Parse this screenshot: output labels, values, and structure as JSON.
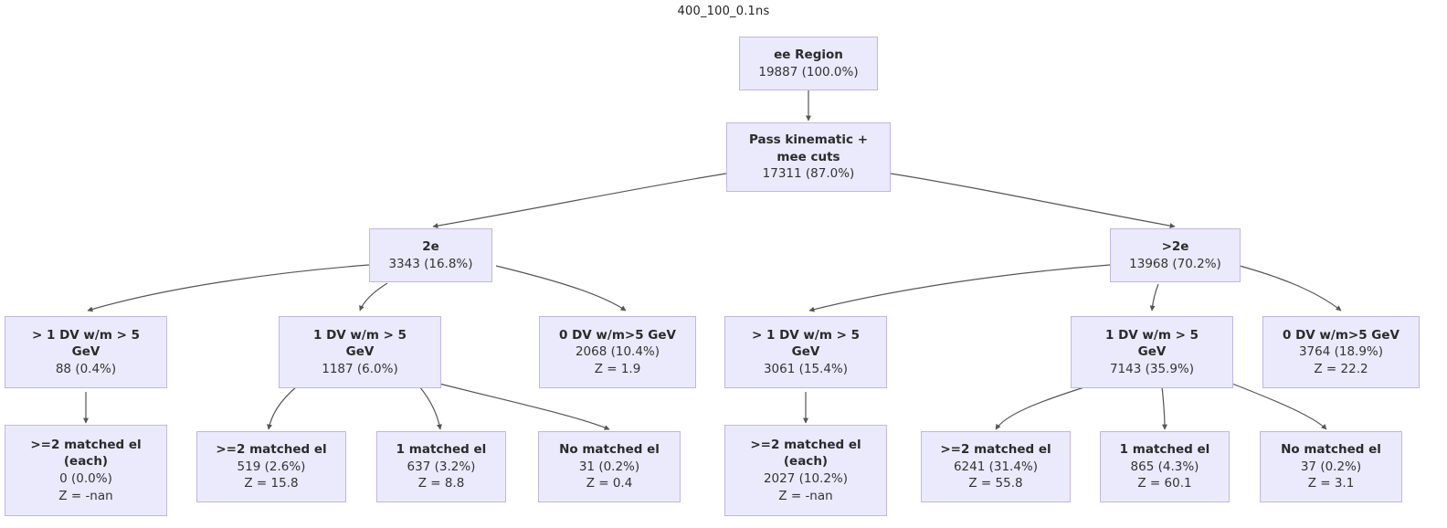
{
  "title": "400_100_0.1ns",
  "colors": {
    "node_fill": "#eaeafc",
    "node_border": "#c3b4e6",
    "edge": "#555555",
    "text": "#2b2b2b"
  },
  "chart_data": {
    "type": "table",
    "title": "400_100_0.1ns",
    "nodes": [
      {
        "id": "root",
        "label": "ee Region",
        "count": "19887 (100.0%)",
        "z": ""
      },
      {
        "id": "pass",
        "label": "Pass kinematic +\nmee cuts",
        "count": "17311 (87.0%)",
        "z": ""
      },
      {
        "id": "2e",
        "label": "2e",
        "count": "3343 (16.8%)",
        "z": ""
      },
      {
        "id": "gt2e",
        "label": ">2e",
        "count": "13968 (70.2%)",
        "z": ""
      },
      {
        "id": "l_gt1dv",
        "label": "> 1 DV w/m > 5\nGeV",
        "count": "88 (0.4%)",
        "z": ""
      },
      {
        "id": "l_1dv",
        "label": "1 DV w/m > 5\nGeV",
        "count": "1187 (6.0%)",
        "z": ""
      },
      {
        "id": "l_0dv",
        "label": "0 DV w/m>5 GeV",
        "count": "2068 (10.4%)",
        "z": "Z = 1.9"
      },
      {
        "id": "r_gt1dv",
        "label": "> 1 DV w/m > 5\nGeV",
        "count": "3061 (15.4%)",
        "z": ""
      },
      {
        "id": "r_1dv",
        "label": "1 DV w/m > 5\nGeV",
        "count": "7143 (35.9%)",
        "z": ""
      },
      {
        "id": "r_0dv",
        "label": "0 DV w/m>5 GeV",
        "count": "3764 (18.9%)",
        "z": "Z = 22.2"
      },
      {
        "id": "l_each",
        "label": ">=2 matched el\n(each)",
        "count": "0 (0.0%)",
        "z": "Z = -nan"
      },
      {
        "id": "l_ge2",
        "label": ">=2 matched el",
        "count": "519 (2.6%)",
        "z": "Z = 15.8"
      },
      {
        "id": "l_1m",
        "label": "1 matched el",
        "count": "637 (3.2%)",
        "z": "Z = 8.8"
      },
      {
        "id": "l_no",
        "label": "No matched el",
        "count": "31 (0.2%)",
        "z": "Z = 0.4"
      },
      {
        "id": "r_each",
        "label": ">=2 matched el\n(each)",
        "count": "2027 (10.2%)",
        "z": "Z = -nan"
      },
      {
        "id": "r_ge2",
        "label": ">=2 matched el",
        "count": "6241 (31.4%)",
        "z": "Z = 55.8"
      },
      {
        "id": "r_1m",
        "label": "1 matched el",
        "count": "865 (4.3%)",
        "z": "Z = 60.1"
      },
      {
        "id": "r_no",
        "label": "No matched el",
        "count": "37 (0.2%)",
        "z": "Z = 3.1"
      }
    ],
    "edges": [
      [
        "root",
        "pass"
      ],
      [
        "pass",
        "2e"
      ],
      [
        "pass",
        "gt2e"
      ],
      [
        "2e",
        "l_gt1dv"
      ],
      [
        "2e",
        "l_1dv"
      ],
      [
        "2e",
        "l_0dv"
      ],
      [
        "gt2e",
        "r_gt1dv"
      ],
      [
        "gt2e",
        "r_1dv"
      ],
      [
        "gt2e",
        "r_0dv"
      ],
      [
        "l_gt1dv",
        "l_each"
      ],
      [
        "l_1dv",
        "l_ge2"
      ],
      [
        "l_1dv",
        "l_1m"
      ],
      [
        "l_1dv",
        "l_no"
      ],
      [
        "r_gt1dv",
        "r_each"
      ],
      [
        "r_1dv",
        "r_ge2"
      ],
      [
        "r_1dv",
        "r_1m"
      ],
      [
        "r_1dv",
        "r_no"
      ]
    ]
  }
}
